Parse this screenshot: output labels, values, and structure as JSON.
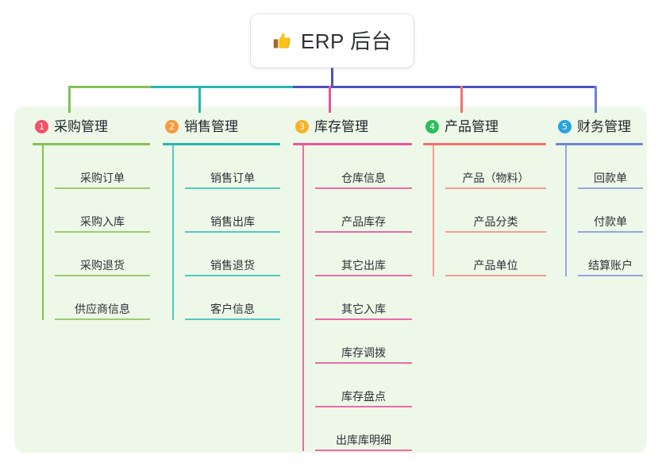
{
  "root": {
    "title": "ERP 后台",
    "icon": "thumbs-up-icon"
  },
  "palette": {
    "panel_bg": "#eef8e8",
    "page_bg": "#ffffff",
    "root_trunk": "#4a55c0",
    "bus_green": "#7ebe4b",
    "bus_teal": "#25b7ae",
    "bus_blue": "#4a55c0"
  },
  "columns": [
    {
      "number": "1",
      "title": "采购管理",
      "badge_color": "#f2516a",
      "line_color": "#85c055",
      "drop_color": "#85c055",
      "items": [
        "采购订单",
        "采购入库",
        "采购退货",
        "供应商信息"
      ]
    },
    {
      "number": "2",
      "title": "销售管理",
      "badge_color": "#f79a3e",
      "line_color": "#25b7ae",
      "drop_color": "#25b7ae",
      "items": [
        "销售订单",
        "销售出库",
        "销售退货",
        "客户信息"
      ]
    },
    {
      "number": "3",
      "title": "库存管理",
      "badge_color": "#f8b229",
      "line_color": "#e8559c",
      "drop_color": "#e8559c",
      "items": [
        "仓库信息",
        "产品库存",
        "其它出库",
        "其它入库",
        "库存调拨",
        "库存盘点",
        "出库库明细"
      ]
    },
    {
      "number": "4",
      "title": "产品管理",
      "badge_color": "#2cbd5e",
      "line_color": "#f4716c",
      "drop_color": "#f4716c",
      "items": [
        "产品（物料）",
        "产品分类",
        "产品单位"
      ]
    },
    {
      "number": "5",
      "title": "财务管理",
      "badge_color": "#29a3e0",
      "line_color": "#6c83d8",
      "drop_color": "#6c83d8",
      "items": [
        "回款单",
        "付款单",
        "结算账户"
      ]
    }
  ]
}
